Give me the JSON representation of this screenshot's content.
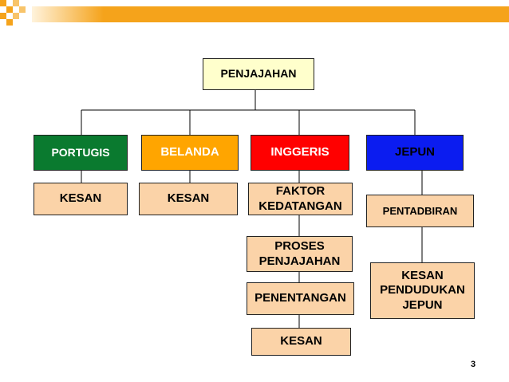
{
  "colors": {
    "portugis": "#0a7a2f",
    "belanda": "#ffa500",
    "inggeris": "#ff0000",
    "jepun": "#0b1cf0",
    "sub_box": "#fbd3a8",
    "root_box": "#ffffcc",
    "decor": "#f5a31b"
  },
  "diagram": {
    "root": "PENJAJAHAN",
    "countries": {
      "portugis": "PORTUGIS",
      "belanda": "BELANDA",
      "inggeris": "INGGERIS",
      "jepun": "JEPUN"
    },
    "portugis_child": "KESAN",
    "belanda_child": "KESAN",
    "inggeris_children": {
      "faktor": "FAKTOR\nKEDATANGAN",
      "proses": "PROSES\nPENJAJAHAN",
      "penentangan": "PENENTANGAN",
      "kesan": "KESAN"
    },
    "jepun_children": {
      "pentadbiran": "PENTADBIRAN",
      "kesan": "KESAN\nPENDUDUKAN\nJEPUN"
    }
  },
  "slide_number": "3"
}
